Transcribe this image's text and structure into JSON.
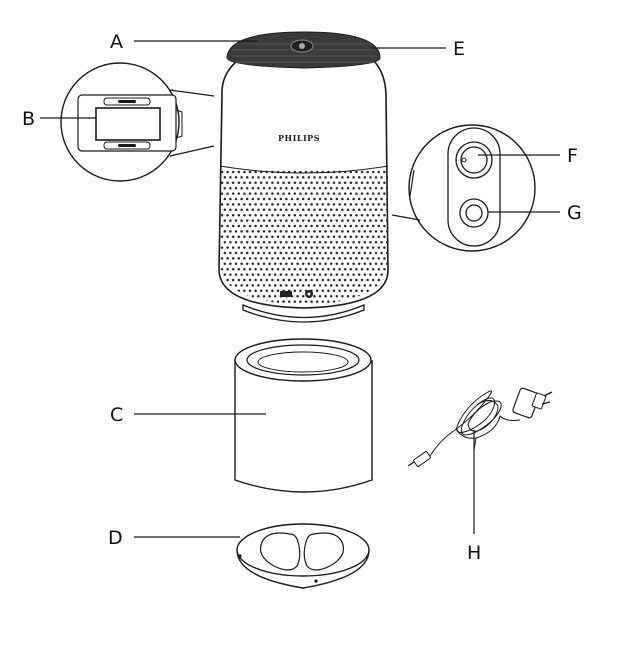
{
  "brand_text": "PHILIPS",
  "labels": {
    "A": "A",
    "B": "B",
    "C": "C",
    "D": "D",
    "E": "E",
    "F": "F",
    "G": "G",
    "H": "H"
  },
  "base_icons": [
    "airflow-icon",
    "power-icon"
  ],
  "colors": {
    "line": "#1a1a1a",
    "top_panel": "#3a3a3a",
    "background": "#ffffff"
  }
}
